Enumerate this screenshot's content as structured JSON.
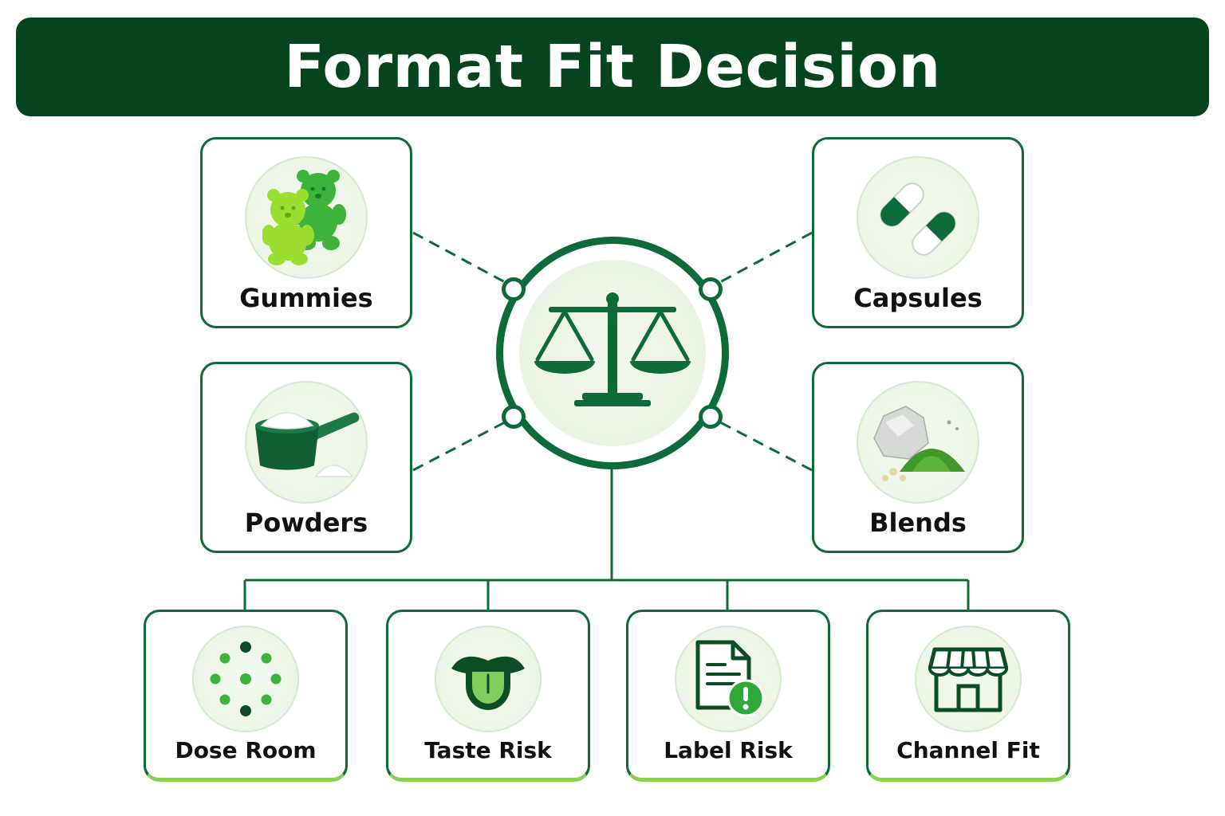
{
  "header": {
    "title": "Format Fit Decision"
  },
  "center": {
    "icon": "balance-scale-icon"
  },
  "formats": [
    {
      "label": "Gummies",
      "icon": "gummy-bears-icon"
    },
    {
      "label": "Capsules",
      "icon": "capsules-icon"
    },
    {
      "label": "Powders",
      "icon": "powder-scoop-icon"
    },
    {
      "label": "Blends",
      "icon": "powder-blend-icon"
    }
  ],
  "factors": [
    {
      "label": "Dose Room",
      "icon": "dot-circle-icon"
    },
    {
      "label": "Taste Risk",
      "icon": "tongue-icon"
    },
    {
      "label": "Label Risk",
      "icon": "document-alert-icon"
    },
    {
      "label": "Channel Fit",
      "icon": "storefront-icon"
    }
  ],
  "colors": {
    "dark_green": "#064420",
    "primary_green": "#0d6b3a",
    "lime": "#8bd04a",
    "pale": "#e8f3e2"
  }
}
